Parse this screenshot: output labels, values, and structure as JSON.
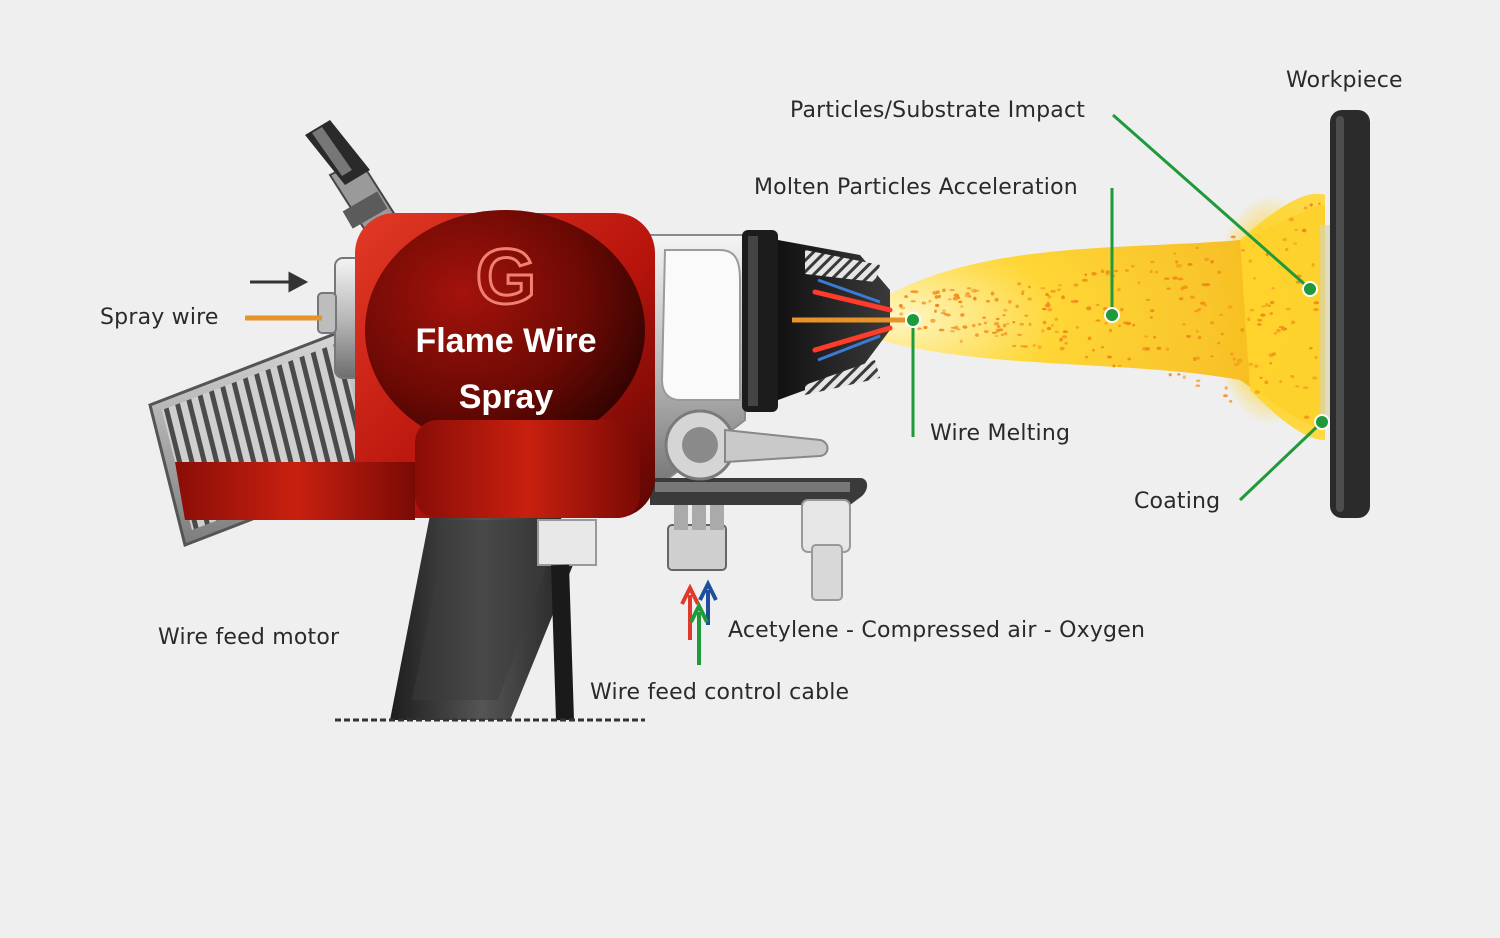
{
  "gun": {
    "logo_letter": "G",
    "title_line1": "Flame Wire",
    "title_line2": "Spray"
  },
  "labels": {
    "spray_wire": "Spray wire",
    "wire_feed_motor": "Wire feed motor",
    "gases": "Acetylene - Compressed air - Oxygen",
    "control_cable": "Wire feed control cable",
    "wire_melting": "Wire Melting",
    "molten_particles": "Molten Particles Acceleration",
    "impact": "Particles/Substrate Impact",
    "workpiece": "Workpiece",
    "coating": "Coating"
  },
  "colors": {
    "gun_red": "#b8140c",
    "flame_yellow": "#f7c21a",
    "leader_green": "#1e9a3a",
    "wire_orange": "#e8922a",
    "gas_acetylene": "#e0392b",
    "gas_air": "#1f4f9a",
    "gas_oxygen": "#1e9a3a"
  }
}
